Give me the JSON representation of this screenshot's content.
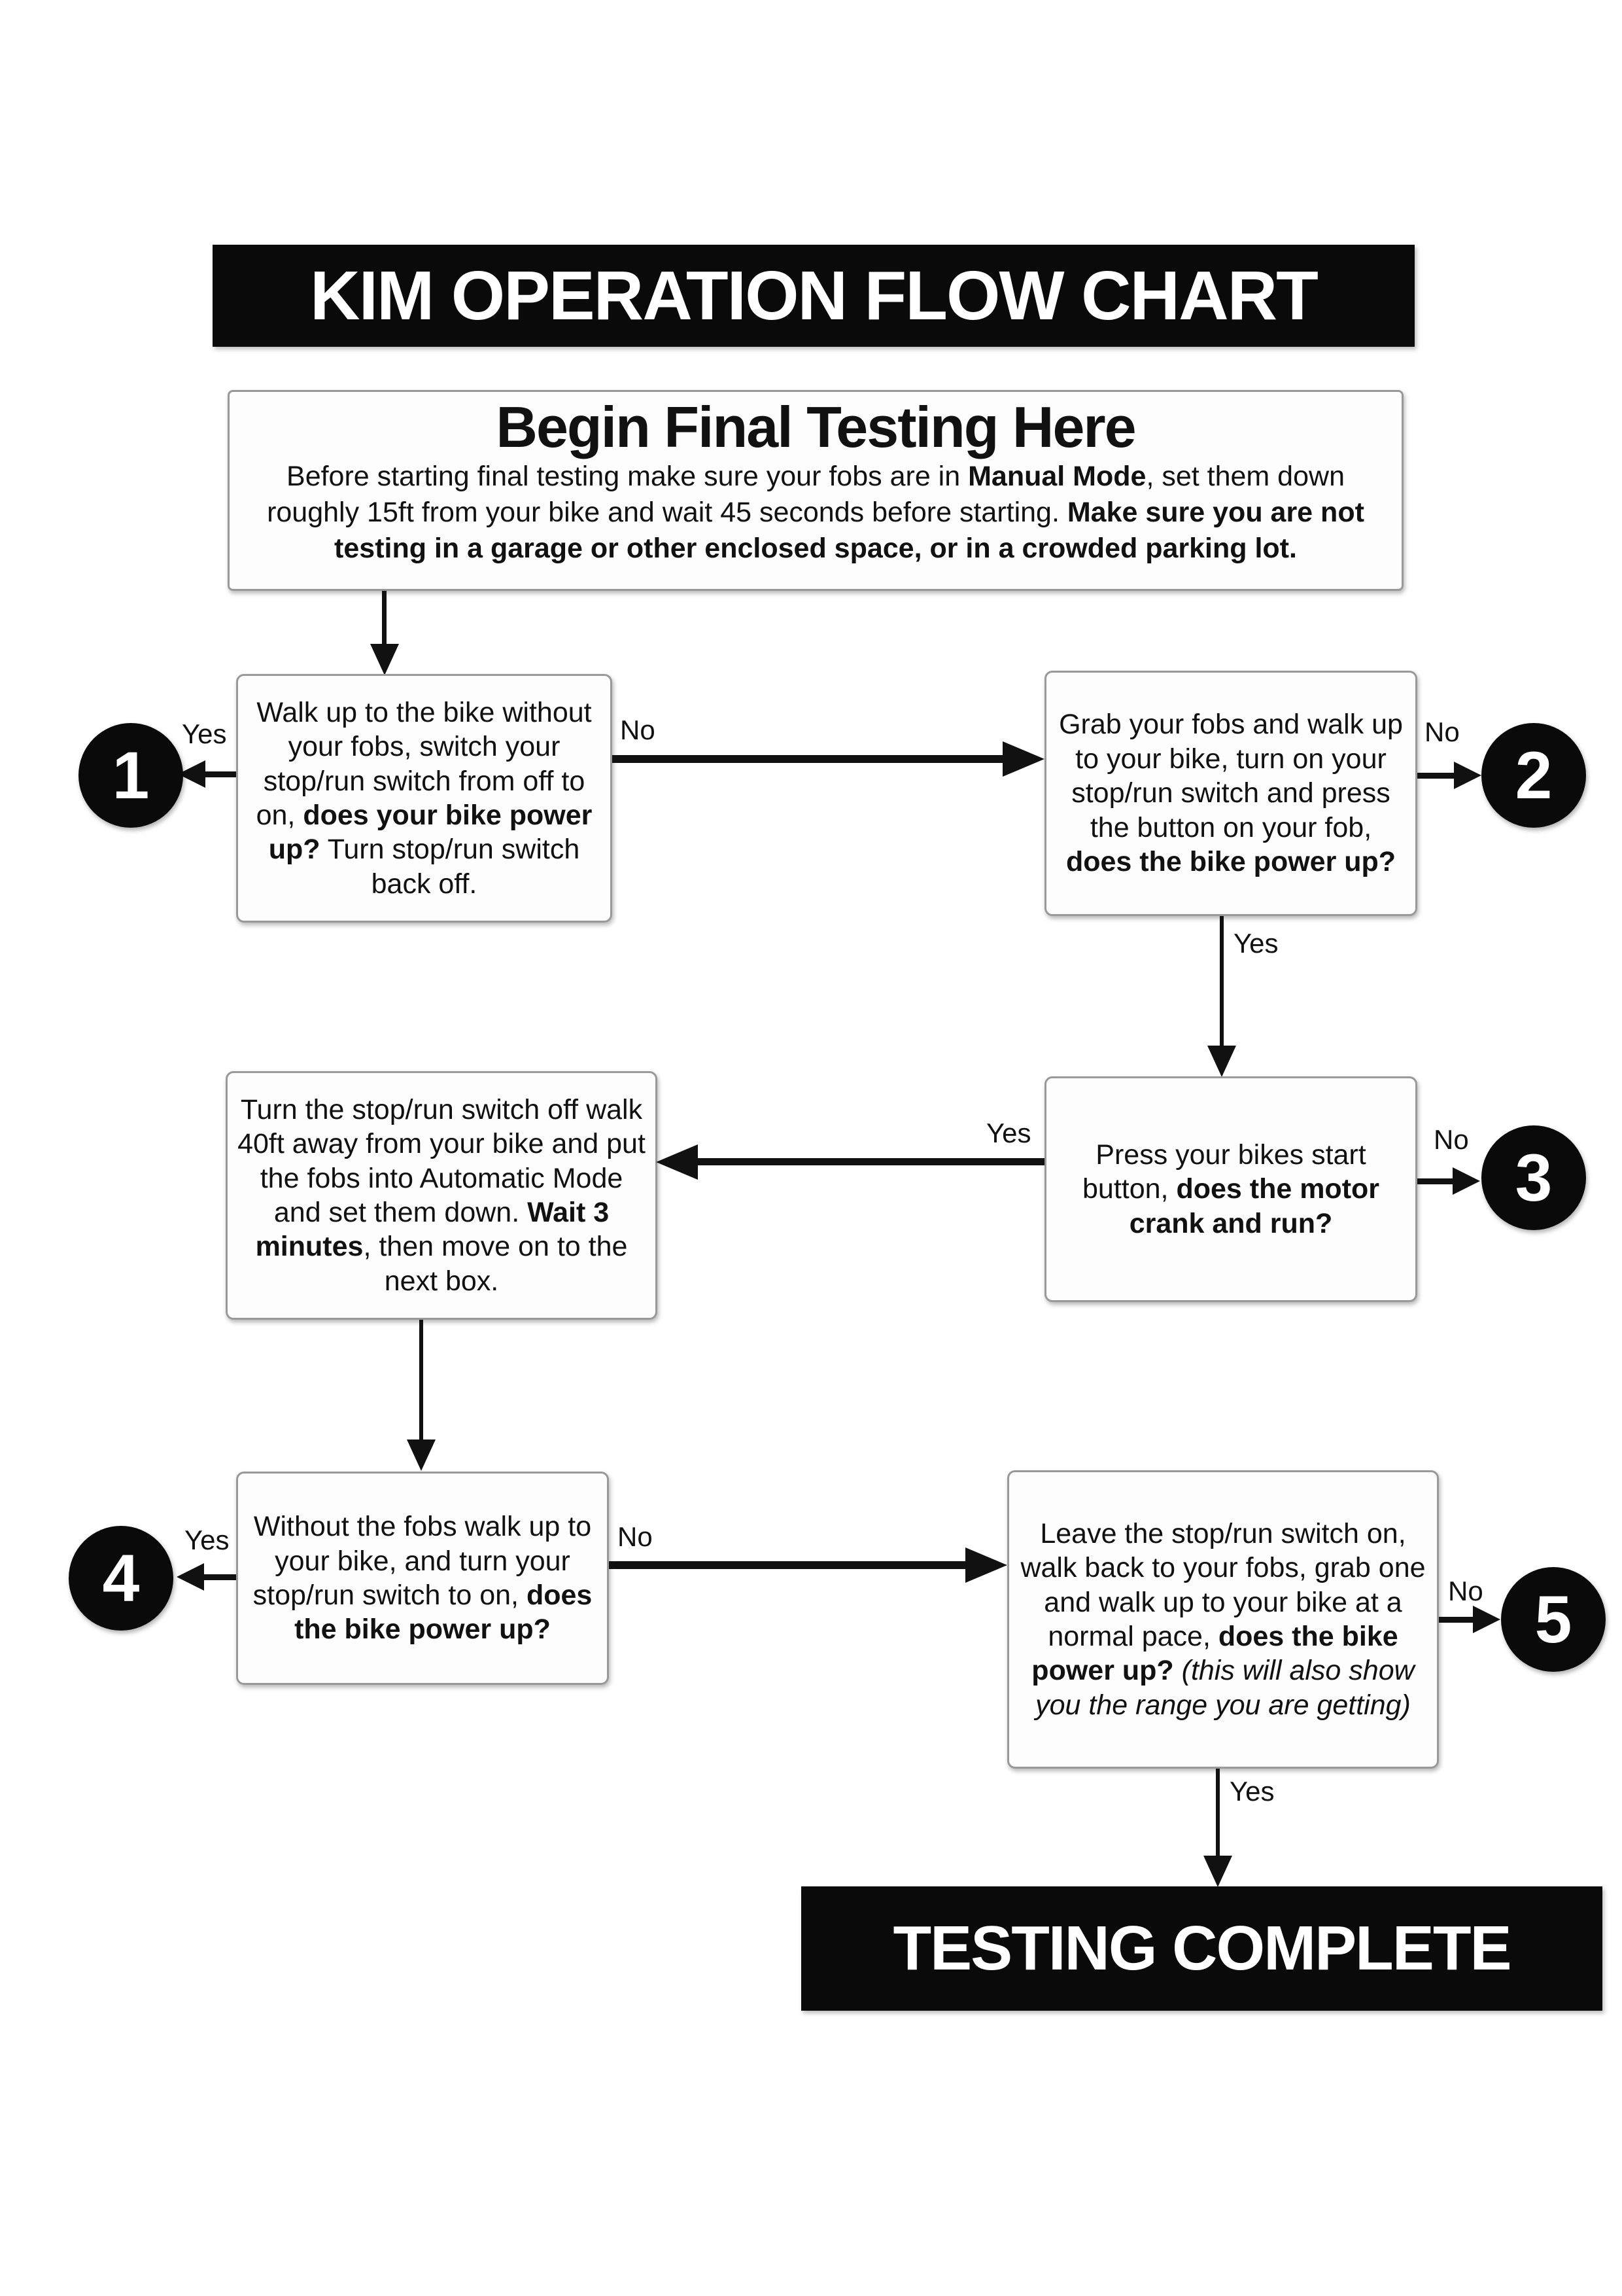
{
  "title": "KIM OPERATION FLOW CHART",
  "begin": {
    "heading": "Begin Final Testing Here",
    "t1": "Before starting final testing make sure your fobs are in ",
    "t2": "Manual Mode",
    "t3": ", set them down roughly 15ft from your bike and wait 45 seconds before starting. ",
    "t4": "Make sure you are not testing in a garage or other enclosed space, or in a crowded parking lot."
  },
  "nodes": {
    "walk_up_no_fobs": {
      "t1": "Walk up to the bike without your fobs, switch your stop/run switch from off to on, ",
      "t2": "does your bike power up?",
      "t3": " Turn stop/run switch back off."
    },
    "grab_fobs": {
      "t1": "Grab your fobs and walk up to your bike, turn on your stop/run switch and press the button on your fob, ",
      "t2": "does the bike power up?"
    },
    "turn_switch_off": {
      "t1": "Turn the stop/run switch off walk 40ft away from your bike and put the fobs into Automatic Mode and set them down. ",
      "t2": "Wait 3 minutes",
      "t3": ", then move on to the next box."
    },
    "press_start": {
      "t1": "Press your bikes start button, ",
      "t2": "does the motor crank and run?"
    },
    "without_fobs": {
      "t1": "Without the fobs walk up to your bike, and turn your stop/run switch to on, ",
      "t2": "does the bike power up?"
    },
    "leave_switch_on": {
      "t1": "Leave the stop/run switch on, walk back to your fobs, grab one and walk up to your bike at a normal pace, ",
      "t2": "does the bike power up?",
      "t3": " ",
      "t4": "(this will also show you the range you are getting)"
    }
  },
  "endpoints": {
    "c1": "1",
    "c2": "2",
    "c3": "3",
    "c4": "4",
    "c5": "5"
  },
  "labels": {
    "yes": "Yes",
    "no": "No"
  },
  "complete": "TESTING COMPLETE",
  "colors": {
    "banner_bg": "#0a0a0a",
    "banner_text": "#ffffff",
    "node_border": "#999999",
    "arrow": "#111111"
  }
}
